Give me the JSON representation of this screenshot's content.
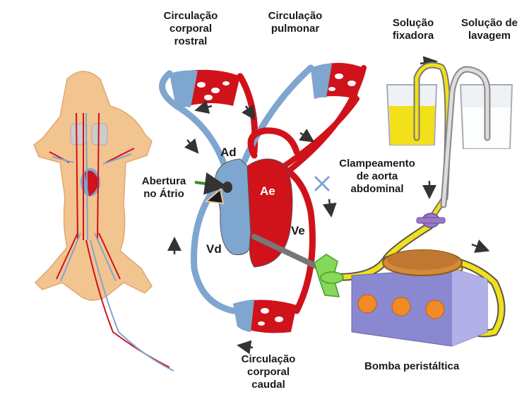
{
  "labels": {
    "rostral": [
      "Circulação",
      "corporal",
      "rostral"
    ],
    "pulmonar": [
      "Circulação",
      "pulmonar"
    ],
    "fixadora": [
      "Solução",
      "fixadora"
    ],
    "lavagem": [
      "Solução de",
      "lavagem"
    ],
    "ad": "Ad",
    "ae": "Ae",
    "ve": "Ve",
    "vd": "Vd",
    "abertura": [
      "Abertura",
      "no Átrio"
    ],
    "clampeamento": [
      "Clampeamento",
      "de aorta",
      "abdominal"
    ],
    "caudal": [
      "Circulação",
      "corporal",
      "caudal"
    ],
    "bomba": "Bomba peristáltica"
  },
  "colors": {
    "artery": "#d0121b",
    "vein": "#7ea6cf",
    "body": "#f2c490",
    "fixative": "#f2e01a",
    "pump": "#8a88d0",
    "clamp": "#86d85a"
  }
}
